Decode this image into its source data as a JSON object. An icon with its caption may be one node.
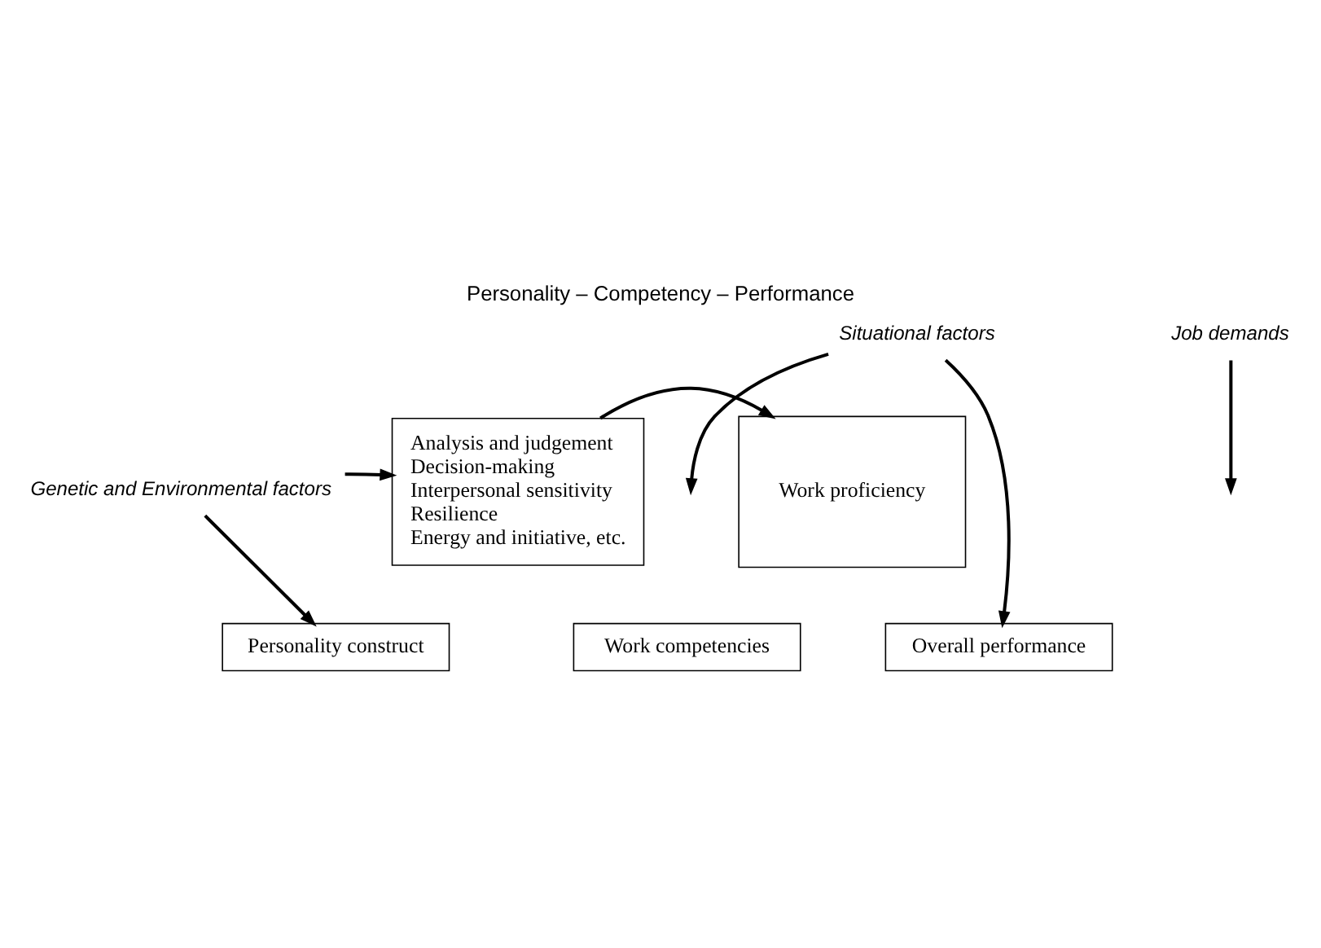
{
  "diagram": {
    "title": "Personality – Competency – Performance",
    "nodes": [
      {
        "text": [
          "Personality construct"
        ]
      },
      {
        "text": [
          "Work competencies"
        ]
      },
      {
        "text": [
          "Overall performance"
        ]
      },
      {
        "text": [
          "Analysis and judgement",
          "Decision-making",
          "Interpersonal sensitivity",
          "Resilience",
          "Energy and initiative, etc."
        ]
      },
      {
        "text": [
          "Work proficiency"
        ]
      },
      {
        "text": [
          "Situational factors"
        ]
      },
      {
        "text": [
          "Genetic and Environmental factors"
        ]
      },
      {
        "text": [
          "Job demands"
        ]
      }
    ],
    "edges": [
      {
        "from": 6,
        "to": 0,
        "arrow": "to"
      },
      {
        "from": 6,
        "to": 3,
        "arrow": "to"
      },
      {
        "from": 3,
        "to": 4,
        "arrow": "to"
      },
      {
        "from": 7,
        "to": null,
        "arrow": "to"
      },
      {
        "from": 5,
        "to": null,
        "arrow": "to"
      },
      {
        "from": 5,
        "to": 2,
        "arrow": "to"
      }
    ]
  }
}
